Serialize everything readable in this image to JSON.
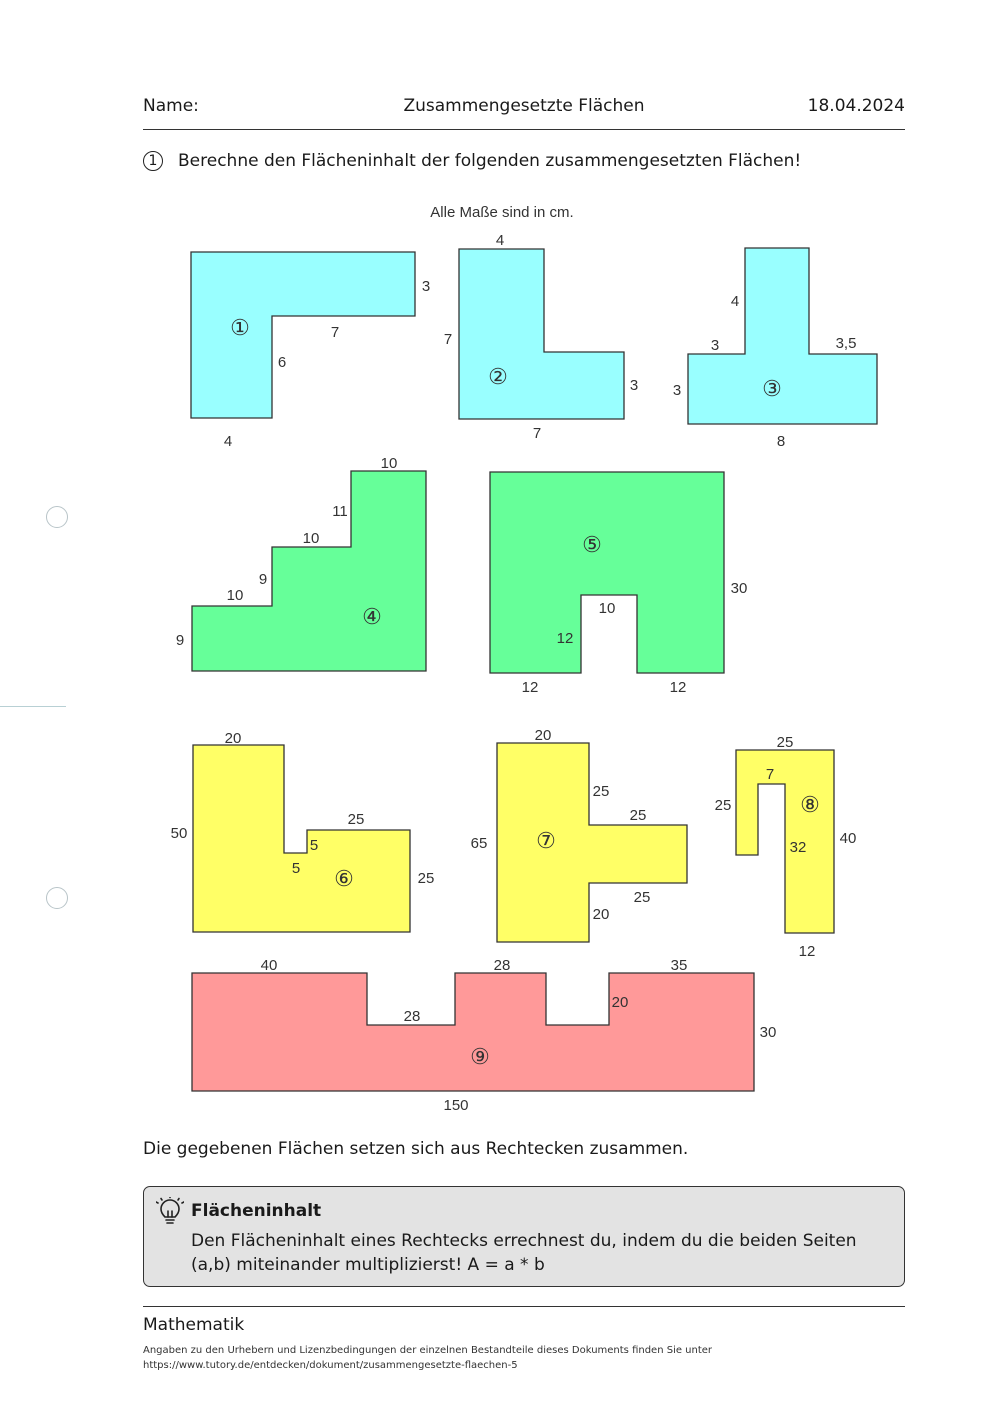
{
  "header": {
    "name_label": "Name:",
    "title": "Zusammengesetzte Flächen",
    "date": "18.04.2024"
  },
  "task": {
    "number": "1",
    "instruction": "Berechne den Flächeninhalt der folgenden zusammengesetzten Flächen!",
    "units_note": "Alle Maße sind in cm."
  },
  "colors": {
    "cyan": "#99ffff",
    "green": "#66ff99",
    "yellow": "#ffff66",
    "red": "#ff9999"
  },
  "figure_numbers": [
    "①",
    "②",
    "③",
    "④",
    "⑤",
    "⑥",
    "⑦",
    "⑧",
    "⑨"
  ],
  "shape_labels": {
    "s1": [
      "3",
      "7",
      "6",
      "4"
    ],
    "s2": [
      "4",
      "7",
      "3",
      "7"
    ],
    "s3": [
      "4",
      "3",
      "3,5",
      "3",
      "8"
    ],
    "s4": [
      "10",
      "11",
      "10",
      "9",
      "10",
      "9"
    ],
    "s5": [
      "30",
      "10",
      "12",
      "12",
      "12"
    ],
    "s6": [
      "20",
      "50",
      "25",
      "5",
      "5",
      "25"
    ],
    "s7": [
      "20",
      "25",
      "25",
      "65",
      "25",
      "20"
    ],
    "s8": [
      "25",
      "7",
      "25",
      "40",
      "32",
      "12"
    ],
    "s9": [
      "40",
      "28",
      "35",
      "28",
      "20",
      "30",
      "150"
    ]
  },
  "composition_note": "Die gegebenen Flächen setzen sich aus Rechtecken zusammen.",
  "info": {
    "title": "Flächeninhalt",
    "text": "Den Flächeninhalt eines Rechtecks errechnest du, indem du die beiden Seiten (a,b) miteinander multiplizierst! A = a * b"
  },
  "subject": "Mathematik",
  "footer": {
    "line1": "Angaben zu den Urhebern und Lizenzbedingungen der einzelnen Bestandteile dieses Dokuments finden Sie unter",
    "line2": "https://www.tutory.de/entdecken/dokument/zusammengesetzte-flaechen-5"
  }
}
